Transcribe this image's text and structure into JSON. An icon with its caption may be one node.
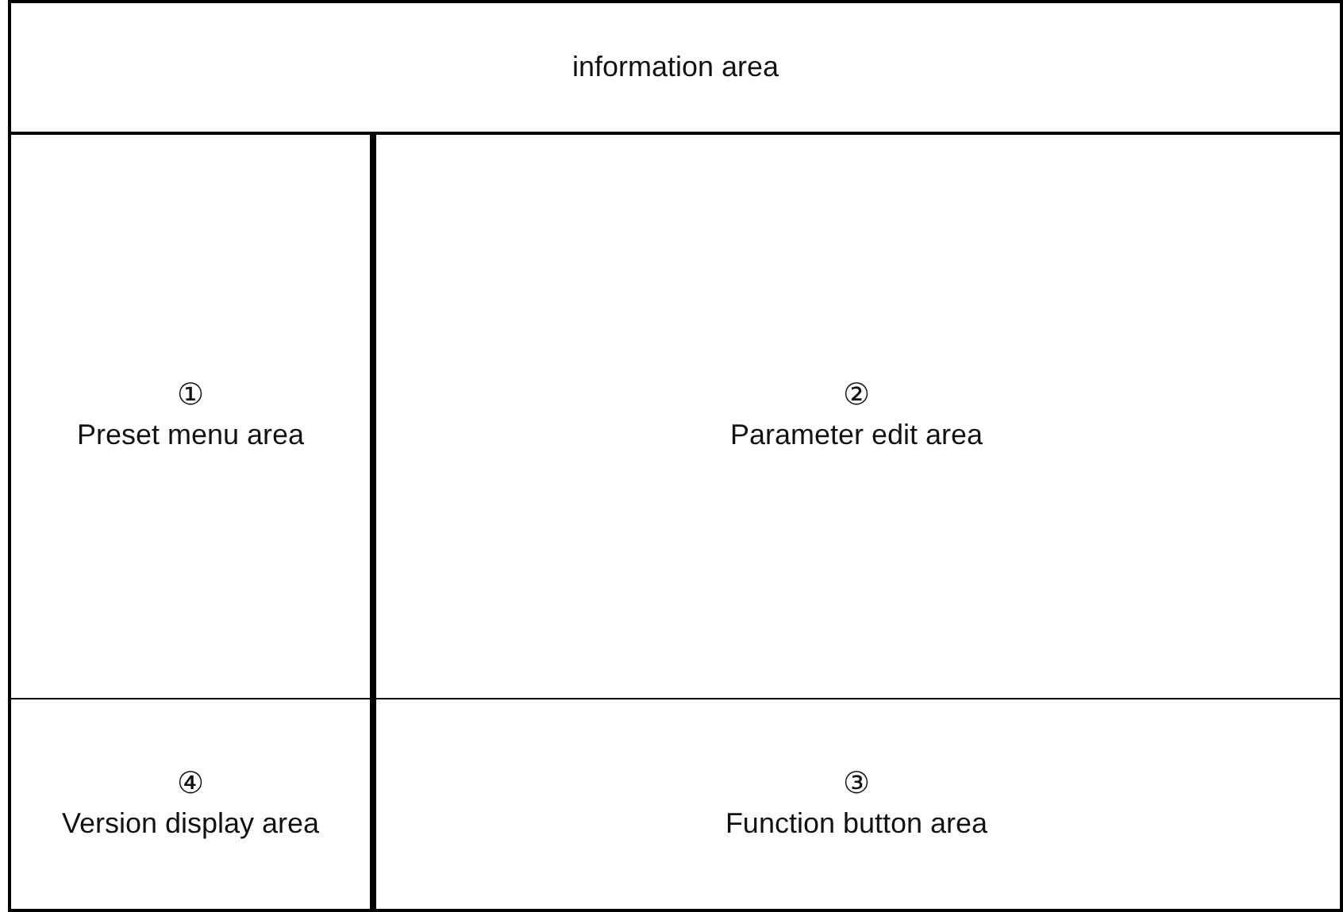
{
  "diagram": {
    "nodes": [
      {
        "text": [
          "information area"
        ]
      },
      {
        "text": [
          "①",
          "Preset menu area"
        ]
      },
      {
        "text": [
          "②",
          "Parameter edit area"
        ]
      },
      {
        "text": [
          "④",
          "Version display area"
        ]
      },
      {
        "text": [
          "③",
          "Function button area"
        ]
      }
    ]
  }
}
